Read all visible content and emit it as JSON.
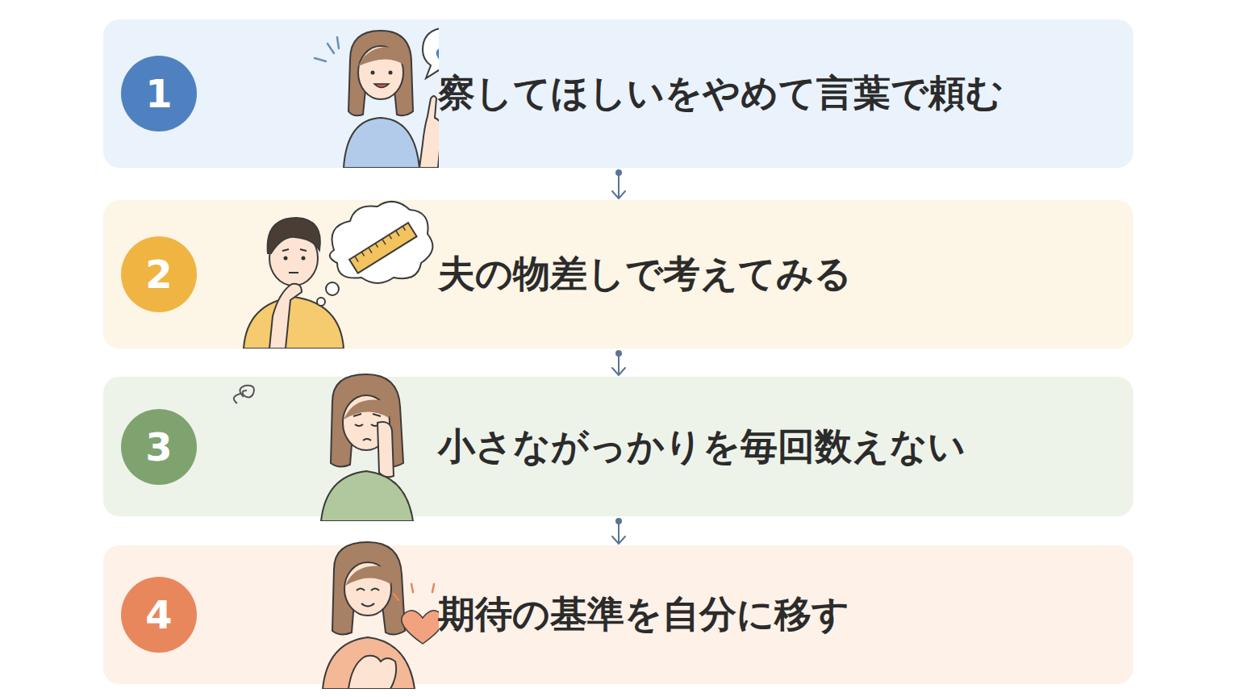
{
  "diagram": {
    "nodes": [
      {
        "text": [
          "察してほしいをやめて言葉で頼む"
        ]
      },
      {
        "text": [
          "1"
        ],
        "in": 0
      },
      {
        "text": [
          "夫の物差しで考えてみる"
        ]
      },
      {
        "text": [
          "2"
        ],
        "in": 2
      },
      {
        "text": [
          "小さながっかりを毎回数えない"
        ]
      },
      {
        "text": [
          "3"
        ],
        "in": 4
      },
      {
        "text": [
          "期待の基準を自分に移す"
        ]
      },
      {
        "text": [
          "4"
        ],
        "in": 6
      }
    ],
    "edges": [
      {
        "from": 0,
        "to": 2,
        "arrow": "to"
      },
      {
        "from": 2,
        "to": 4,
        "arrow": "to"
      },
      {
        "from": 4,
        "to": 6,
        "arrow": "to"
      }
    ]
  }
}
